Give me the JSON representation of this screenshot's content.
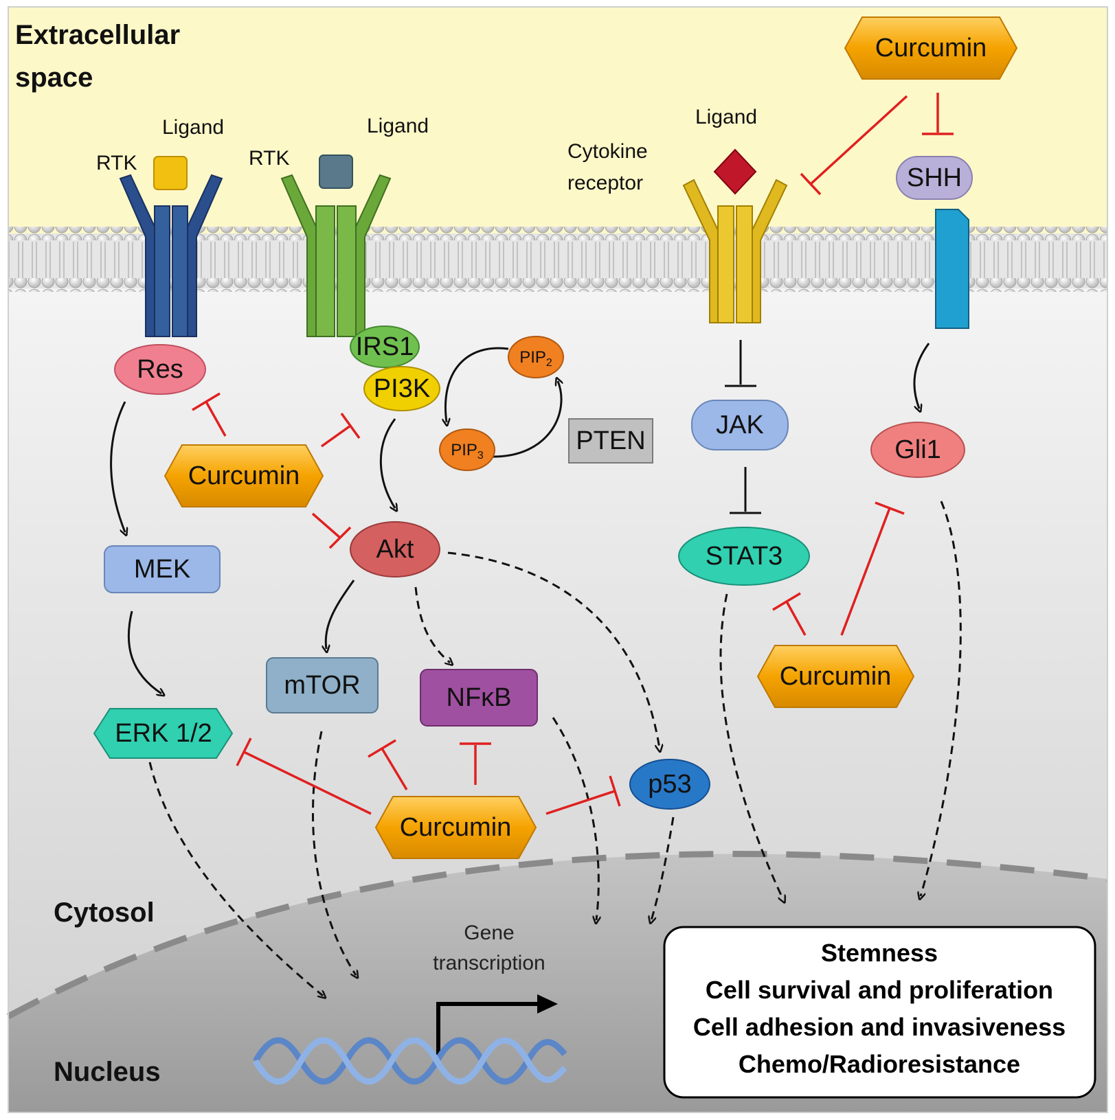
{
  "regions": {
    "extracellular": "Extracellular space",
    "extracellular_line1": "Extracellular",
    "extracellular_line2": "space",
    "cytosol": "Cytosol",
    "nucleus": "Nucleus"
  },
  "receptors": {
    "rtk1_label": "RTK",
    "rtk1_ligand": "Ligand",
    "rtk2_label": "RTK",
    "rtk2_ligand": "Ligand",
    "cytokine_ligand": "Ligand",
    "cytokine_line1": "Cytokine",
    "cytokine_line2": "receptor"
  },
  "nodes": {
    "curcumin_top": "Curcumin",
    "shh": "SHH",
    "res": "Res",
    "irs1": "IRS1",
    "pi3k": "PI3K",
    "pip2_base": "PIP",
    "pip2_sub": "2",
    "pip3_base": "PIP",
    "pip3_sub": "3",
    "pten": "PTEN",
    "curcumin_left": "Curcumin",
    "akt": "Akt",
    "mek": "MEK",
    "erk": "ERK 1/2",
    "mtor": "mTOR",
    "nfkb": "NFκB",
    "p53": "p53",
    "curcumin_bottom": "Curcumin",
    "jak": "JAK",
    "stat3": "STAT3",
    "gli1": "Gli1",
    "curcumin_right": "Curcumin"
  },
  "gene": {
    "line1": "Gene",
    "line2": "transcription"
  },
  "outcomes": [
    "Stemness",
    "Cell survival and proliferation",
    "Cell adhesion and invasiveness",
    "Chemo/Radioresistance"
  ],
  "colors": {
    "curcumin": "#f5a300",
    "inhibition": "#e02020",
    "res": "#f08090",
    "gli1": "#f08080",
    "akt": "#d46060",
    "mek": "#9cb8e8",
    "jak": "#9cb8e8",
    "mtor": "#8fb0c8",
    "nfkb": "#a050a0",
    "erk": "#30d0b0",
    "stat3": "#30d0b0",
    "p53": "#2878c8",
    "pten": "#b0b0b0",
    "irs1": "#70c050",
    "pi3k": "#f0d000",
    "pip": "#f08020",
    "shh": "#b8b0d8",
    "rtk1": "#2a4f8c",
    "rtk2": "#6aa83a",
    "cytokine_receptor": "#e0b820",
    "smo": "#20a0d0",
    "extracellular_bg": "#fdf8c8",
    "cytosol_bg": "#ebebeb",
    "nucleus_bg": "#a8a8a8"
  }
}
